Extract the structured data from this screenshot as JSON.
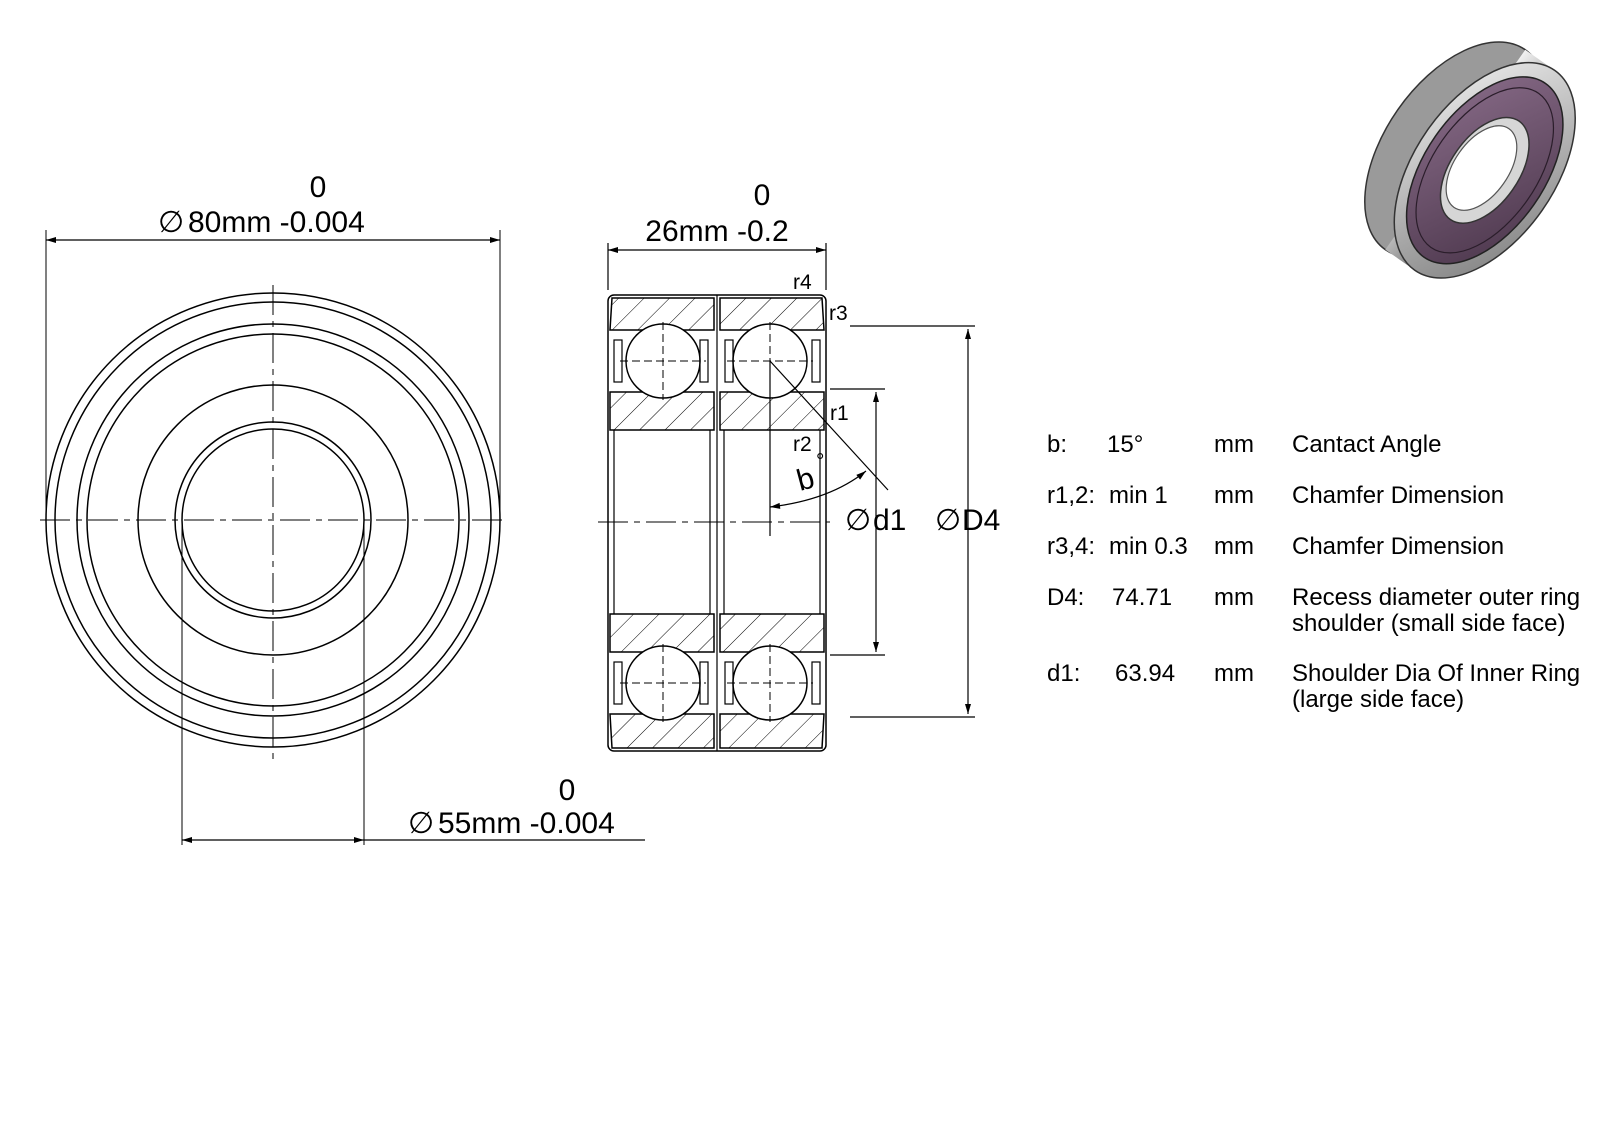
{
  "front_view": {
    "outer_tolerance_top": "0",
    "outer_diameter": "80mm -0.004",
    "bore_tolerance_top": "0",
    "bore_diameter": "55mm -0.004",
    "diameter_symbol": "∅"
  },
  "side_view": {
    "width_tolerance_top": "0",
    "width": "26mm -0.2",
    "label_r1": "r1",
    "label_r2": "r2",
    "label_r3": "r3",
    "label_r4": "r4",
    "label_b": "b",
    "degree_mark": "°",
    "label_d1": "d1",
    "label_D4": "D4"
  },
  "specs": [
    {
      "symbol": "b:",
      "value": "15°",
      "unit": "mm",
      "description": [
        "Cantact Angle"
      ]
    },
    {
      "symbol": "r1,2:",
      "value": "min 1",
      "unit": "mm",
      "description": [
        "Chamfer Dimension"
      ]
    },
    {
      "symbol": "r3,4:",
      "value": "min 0.3",
      "unit": "mm",
      "description": [
        "Chamfer Dimension"
      ]
    },
    {
      "symbol": "D4:",
      "value": "74.71",
      "unit": "mm",
      "description": [
        "Recess diameter outer ring",
        "shoulder (small side face)"
      ]
    },
    {
      "symbol": "d1:",
      "value": "63.94",
      "unit": "mm",
      "description": [
        "Shoulder Dia Of Inner Ring",
        "(large side face)"
      ]
    }
  ],
  "colors": {
    "line": "#000000",
    "shield": "#6b4f6b",
    "ring": "#c8c8c8"
  }
}
